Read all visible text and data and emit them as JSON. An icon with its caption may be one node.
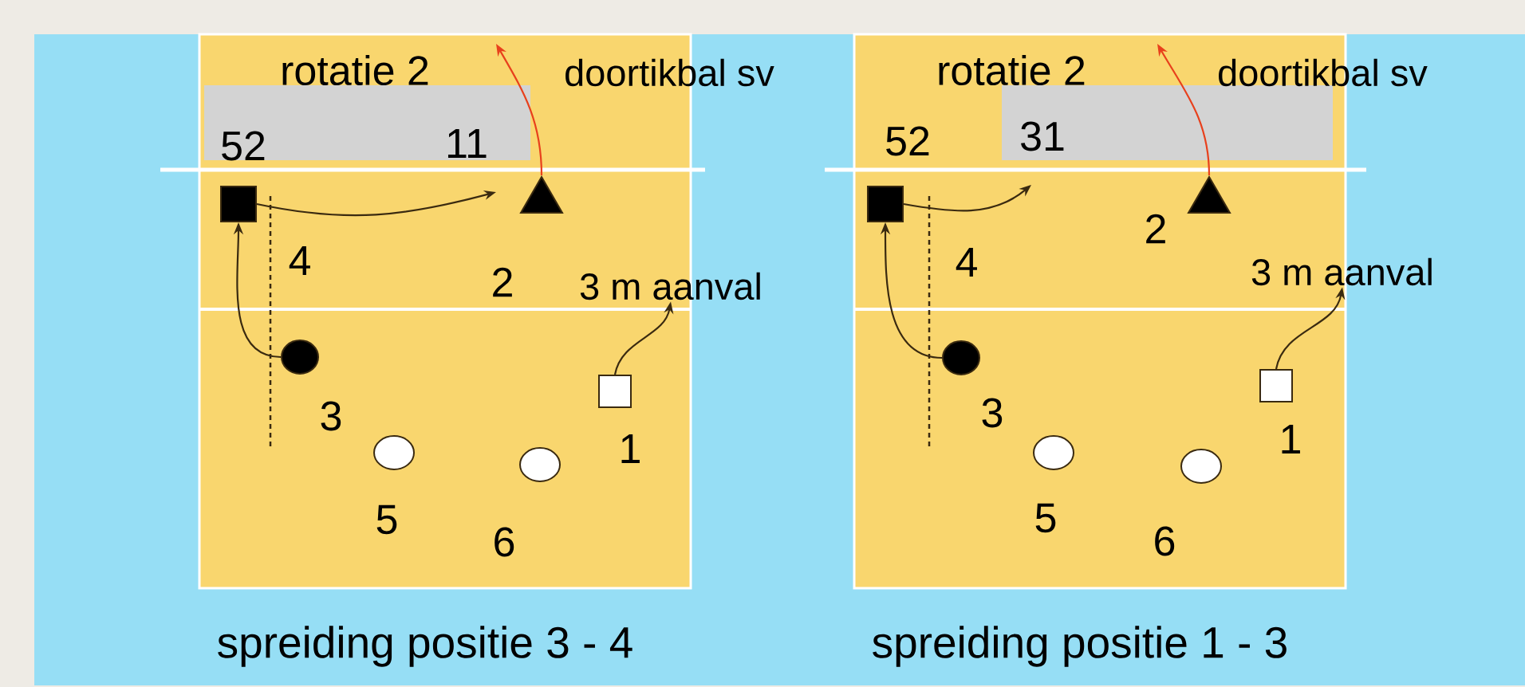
{
  "diagram": {
    "nodes": [
      {
        "text": [],
        "shape": "box",
        "beside": [
          "4"
        ]
      },
      {
        "text": [],
        "shape": "triangle",
        "beside": [
          "2"
        ]
      },
      {
        "text": [
          "3 m aanval"
        ]
      },
      {
        "text": [],
        "shape": "circle",
        "beside": [
          "3"
        ]
      },
      {
        "text": [],
        "shape": "box",
        "beside": [
          "1"
        ]
      },
      {
        "text": [],
        "shape": "circle",
        "beside": [
          "5"
        ]
      },
      {
        "text": [],
        "shape": "circle",
        "beside": [
          "6"
        ]
      },
      {
        "text": [],
        "shape": "box",
        "beside": [
          "4"
        ]
      },
      {
        "text": [],
        "shape": "triangle",
        "beside": [
          "2"
        ]
      },
      {
        "text": [
          "3 m aanval"
        ]
      },
      {
        "text": [],
        "shape": "circle",
        "beside": [
          "3"
        ]
      },
      {
        "text": [],
        "shape": "box",
        "beside": [
          "1"
        ]
      },
      {
        "text": [],
        "shape": "circle",
        "beside": [
          "5"
        ]
      },
      {
        "text": [],
        "shape": "circle",
        "beside": [
          "6"
        ]
      }
    ],
    "edges": [
      {
        "from": 3,
        "to": 0,
        "arrow": "to"
      },
      {
        "from": 0,
        "to": null,
        "arrow": "to"
      },
      {
        "from": 1,
        "to": null,
        "arrow": "to",
        "color": "#e8401c"
      },
      {
        "from": 4,
        "to": 2,
        "arrow": "to"
      },
      {
        "from": 10,
        "to": 7,
        "arrow": "to"
      },
      {
        "from": 7,
        "to": null,
        "arrow": "to"
      },
      {
        "from": 8,
        "to": null,
        "arrow": "to",
        "color": "#e8401c"
      },
      {
        "from": 11,
        "to": 9,
        "arrow": "to"
      }
    ],
    "labels": [
      "rotatie  2",
      "doortikbal sv",
      "52",
      "11",
      "spreiding positie 3 - 4",
      "rotatie  2",
      "doortikbal sv",
      "52",
      "31",
      "spreiding positie 1 - 3"
    ]
  }
}
